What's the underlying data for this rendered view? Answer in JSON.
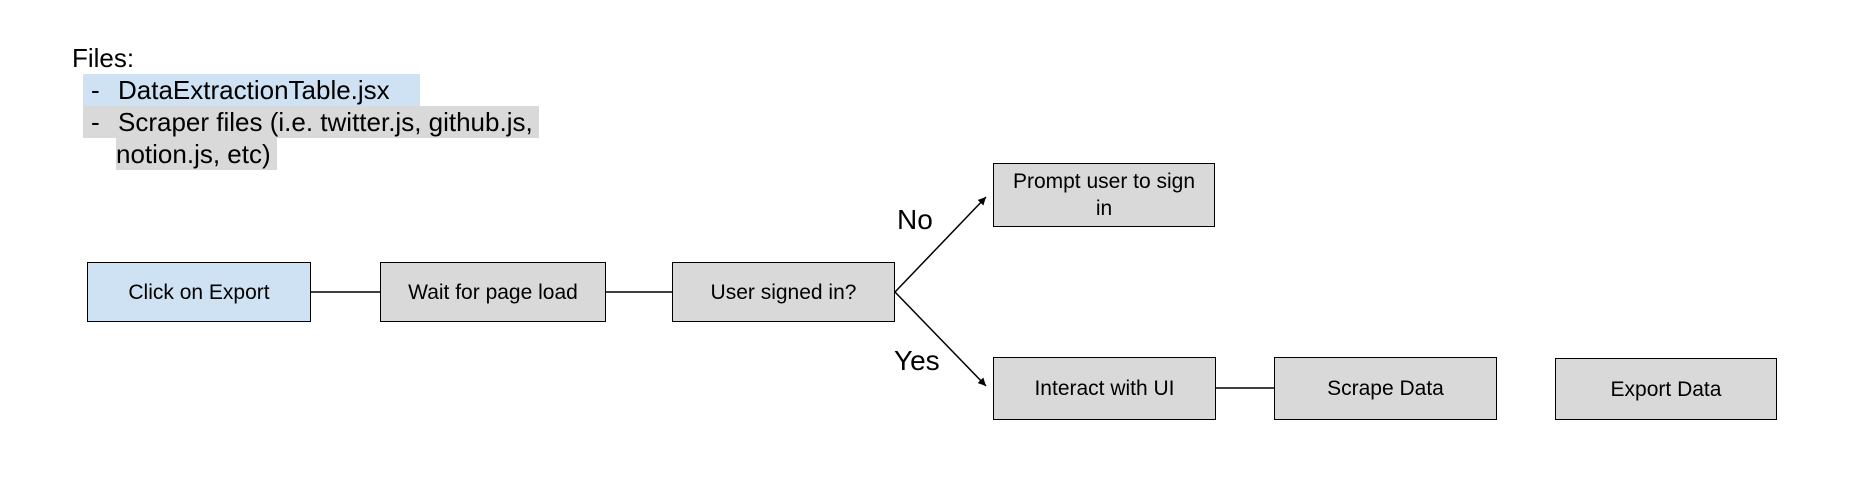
{
  "colors": {
    "background": "#ffffff",
    "node_blue_fill": "#cfe2f3",
    "node_gray_fill": "#d9d9d9",
    "highlight_blue": "#cfe2f3",
    "highlight_gray": "#d9d9d9",
    "stroke": "#000000",
    "text": "#000000"
  },
  "files_note": {
    "title": "Files:",
    "bullet": "-",
    "items": [
      {
        "text": "DataExtractionTable.jsx",
        "highlight": "blue"
      },
      {
        "line1": "Scraper files (i.e. twitter.js, github.js,",
        "line2": "notion.js, etc)",
        "highlight": "gray"
      }
    ]
  },
  "flowchart": {
    "nodes": [
      {
        "id": "click-on-export",
        "label": "Click on Export",
        "fill": "blue"
      },
      {
        "id": "wait-for-page-load",
        "label": "Wait for page load",
        "fill": "gray"
      },
      {
        "id": "user-signed-in",
        "label": "User signed in?",
        "fill": "gray"
      },
      {
        "id": "prompt-user-to-sign-in",
        "label": "Prompt user to sign in",
        "fill": "gray"
      },
      {
        "id": "interact-with-ui",
        "label": "Interact with UI",
        "fill": "gray"
      },
      {
        "id": "scrape-data",
        "label": "Scrape Data",
        "fill": "gray"
      },
      {
        "id": "export-data",
        "label": "Export Data",
        "fill": "gray"
      }
    ],
    "branch_labels": {
      "no": "No",
      "yes": "Yes"
    },
    "edges": [
      {
        "from": "click-on-export",
        "to": "wait-for-page-load",
        "type": "line"
      },
      {
        "from": "wait-for-page-load",
        "to": "user-signed-in",
        "type": "line"
      },
      {
        "from": "user-signed-in",
        "to": "prompt-user-to-sign-in",
        "type": "arrow",
        "label": "No"
      },
      {
        "from": "user-signed-in",
        "to": "interact-with-ui",
        "type": "arrow",
        "label": "Yes"
      },
      {
        "from": "interact-with-ui",
        "to": "scrape-data",
        "type": "line"
      }
    ]
  }
}
